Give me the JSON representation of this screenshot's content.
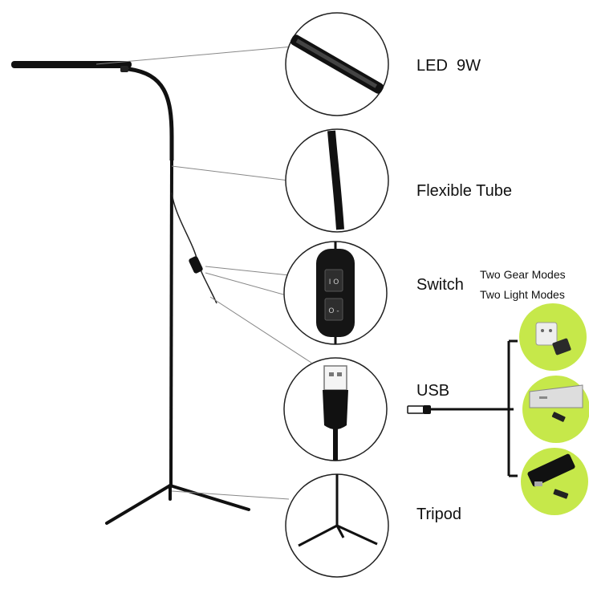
{
  "callouts": {
    "led": "LED  9W",
    "tube": "Flexible Tube",
    "switch": "Switch",
    "switch_mode_1": "Two Gear Modes",
    "switch_mode_2": "Two Light Modes",
    "usb": "USB",
    "tripod": "Tripod"
  },
  "colors": {
    "accent_green": "#c6e84a",
    "lamp_black": "#111111",
    "line_gray": "#888888"
  },
  "icons": [
    "wall-adapter-icon",
    "laptop-icon",
    "power-bank-icon",
    "usb-plug-icon"
  ]
}
